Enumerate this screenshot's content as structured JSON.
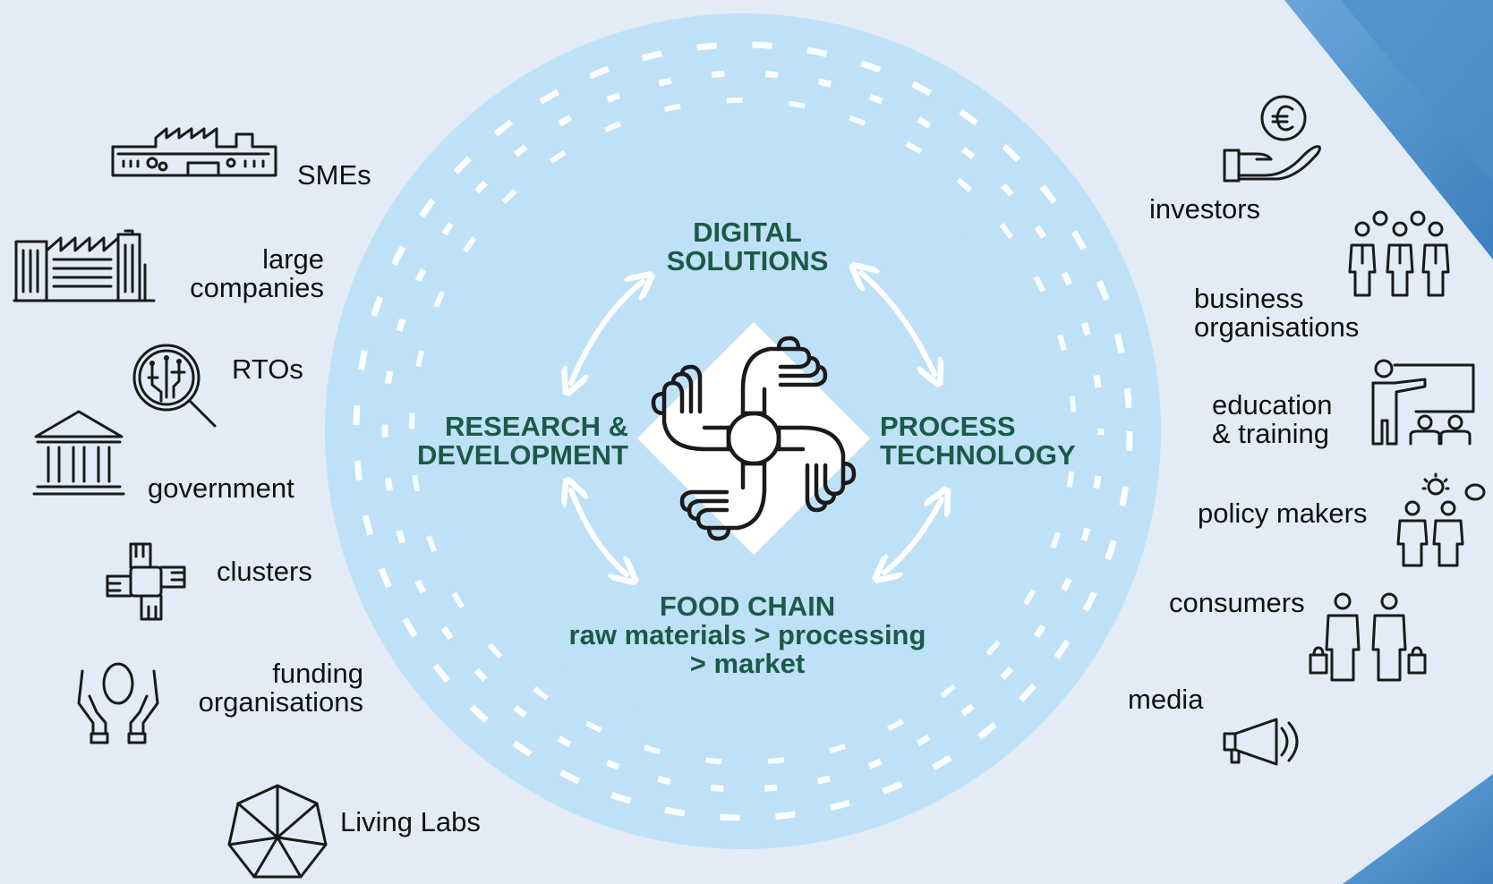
{
  "center": {
    "top": [
      "DIGITAL",
      "SOLUTIONS"
    ],
    "left": [
      "RESEARCH &",
      "DEVELOPMENT"
    ],
    "right": [
      "PROCESS",
      "TECHNOLOGY"
    ],
    "bottom": [
      "FOOD CHAIN",
      "raw materials > processing",
      "> market"
    ]
  },
  "left_stakeholders": {
    "smes": [
      "SMEs"
    ],
    "large_companies": [
      "large",
      "companies"
    ],
    "rtos": [
      "RTOs"
    ],
    "government": [
      "government"
    ],
    "clusters": [
      "clusters"
    ],
    "funding": [
      "funding",
      "organisations"
    ],
    "living_labs": [
      "Living Labs"
    ]
  },
  "right_stakeholders": {
    "investors": [
      "investors"
    ],
    "business": [
      "business",
      "organisations"
    ],
    "education": [
      "education",
      "& training"
    ],
    "policy": [
      "policy makers"
    ],
    "consumers": [
      "consumers"
    ],
    "media": [
      "media"
    ]
  },
  "colors": {
    "background": "#e3ecf6",
    "circle": "#bfe1f7",
    "dashes": "#ffffff",
    "core_text": "#1c5a48",
    "corner_accent": "#5b9ad1"
  }
}
